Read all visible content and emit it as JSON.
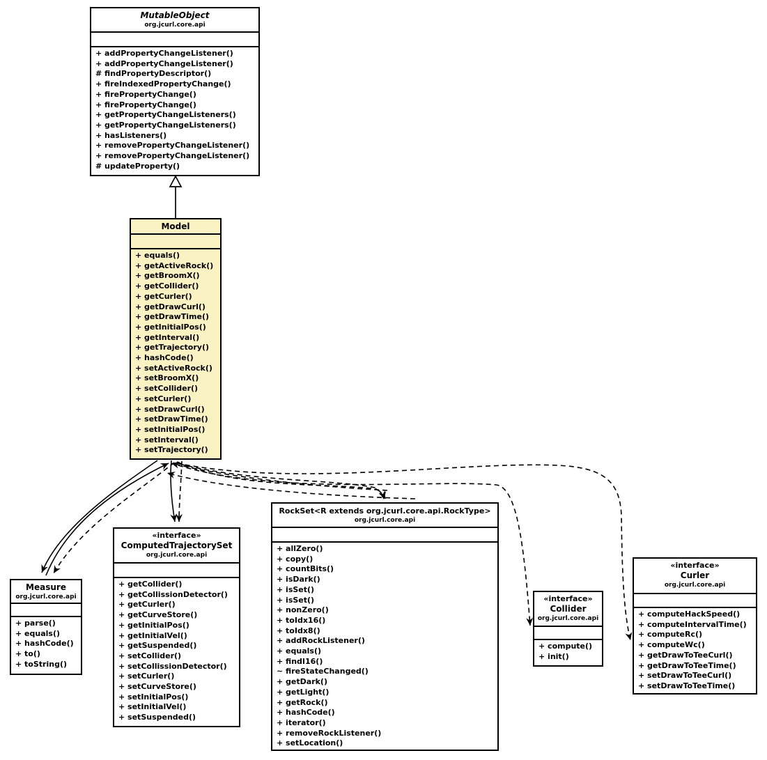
{
  "colors": {
    "model_fill": "#fbf2c4",
    "box_fill": "#ffffff",
    "line": "#000000"
  },
  "classes": {
    "mutable_object": {
      "stereotype": "",
      "title": "MutableObject",
      "package": "org.jcurl.core.api",
      "methods": [
        "+ addPropertyChangeListener()",
        "+ addPropertyChangeListener()",
        "# findPropertyDescriptor()",
        "+ fireIndexedPropertyChange()",
        "+ firePropertyChange()",
        "+ firePropertyChange()",
        "+ getPropertyChangeListeners()",
        "+ getPropertyChangeListeners()",
        "+ hasListeners()",
        "+ removePropertyChangeListener()",
        "+ removePropertyChangeListener()",
        "# updateProperty()"
      ]
    },
    "model": {
      "stereotype": "",
      "title": "Model",
      "package": "",
      "methods": [
        "+ equals()",
        "+ getActiveRock()",
        "+ getBroomX()",
        "+ getCollider()",
        "+ getCurler()",
        "+ getDrawCurl()",
        "+ getDrawTime()",
        "+ getInitialPos()",
        "+ getInterval()",
        "+ getTrajectory()",
        "+ hashCode()",
        "+ setActiveRock()",
        "+ setBroomX()",
        "+ setCollider()",
        "+ setCurler()",
        "+ setDrawCurl()",
        "+ setDrawTime()",
        "+ setInitialPos()",
        "+ setInterval()",
        "+ setTrajectory()"
      ]
    },
    "measure": {
      "stereotype": "",
      "title": "Measure",
      "package": "org.jcurl.core.api",
      "methods": [
        "+ parse()",
        "+ equals()",
        "+ hashCode()",
        "+ to()",
        "+ toString()"
      ]
    },
    "computed_trajectory_set": {
      "stereotype": "«interface»",
      "title": "ComputedTrajectorySet",
      "package": "org.jcurl.core.api",
      "methods": [
        "+ getCollider()",
        "+ getCollissionDetector()",
        "+ getCurler()",
        "+ getCurveStore()",
        "+ getInitialPos()",
        "+ getInitialVel()",
        "+ getSuspended()",
        "+ setCollider()",
        "+ setCollissionDetector()",
        "+ setCurler()",
        "+ setCurveStore()",
        "+ setInitialPos()",
        "+ setInitialVel()",
        "+ setSuspended()"
      ]
    },
    "rock_set": {
      "stereotype": "",
      "title": "RockSet<R extends org.jcurl.core.api.RockType>",
      "package": "org.jcurl.core.api",
      "methods": [
        "+ allZero()",
        "+ copy()",
        "+ countBits()",
        "+ isDark()",
        "+ isSet()",
        "+ isSet()",
        "+ nonZero()",
        "+ toIdx16()",
        "+ toIdx8()",
        "+ addRockListener()",
        "+ equals()",
        "+ findI16()",
        "~ fireStateChanged()",
        "+ getDark()",
        "+ getLight()",
        "+ getRock()",
        "+ hashCode()",
        "+ iterator()",
        "+ removeRockListener()",
        "+ setLocation()"
      ]
    },
    "collider": {
      "stereotype": "«interface»",
      "title": "Collider",
      "package": "org.jcurl.core.api",
      "methods": [
        "+ compute()",
        "+ init()"
      ]
    },
    "curler": {
      "stereotype": "«interface»",
      "title": "Curler",
      "package": "org.jcurl.core.api",
      "methods": [
        "+ computeHackSpeed()",
        "+ computeIntervalTime()",
        "+ computeRc()",
        "+ computeWc()",
        "+ getDrawToTeeCurl()",
        "+ getDrawToTeeTime()",
        "+ setDrawToTeeCurl()",
        "+ setDrawToTeeTime()"
      ]
    }
  }
}
